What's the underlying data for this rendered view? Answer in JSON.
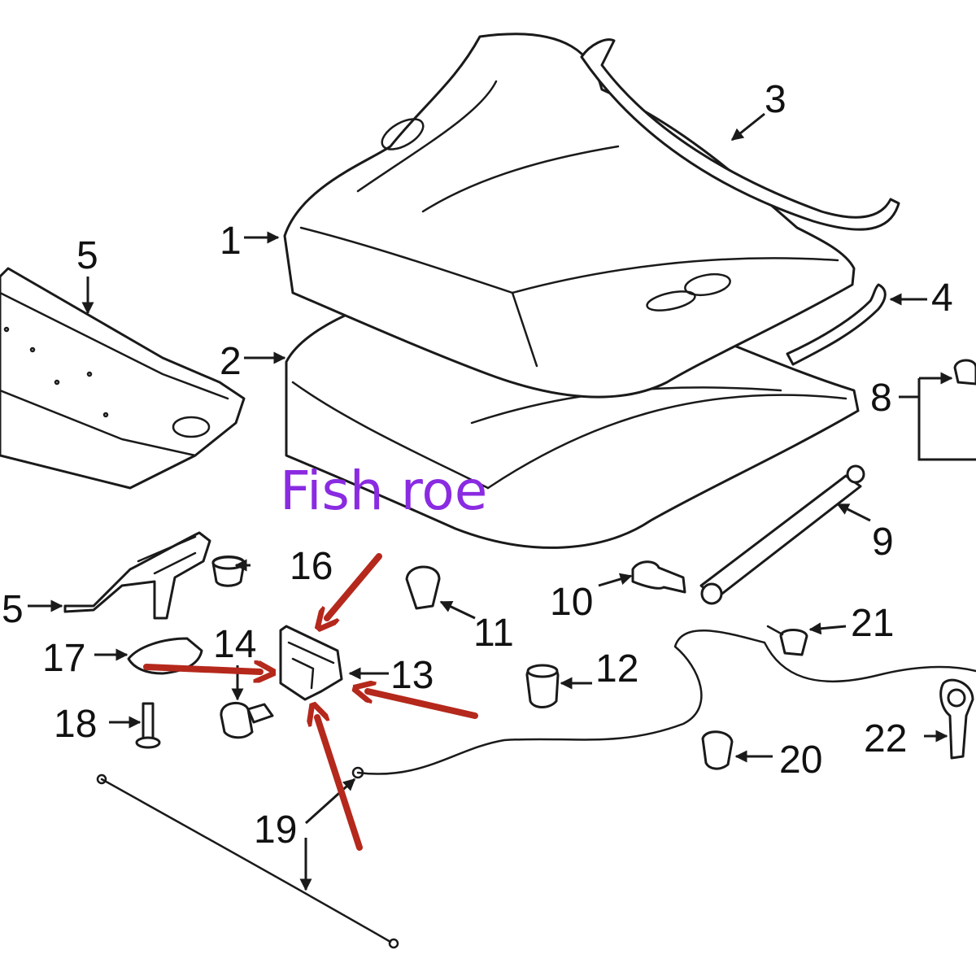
{
  "watermark": {
    "text": "Fish roe",
    "color": "#8a2be2"
  },
  "colors": {
    "line": "#1a1a1a",
    "highlight_arrow": "#b5281c",
    "background": "#ffffff"
  },
  "callouts": {
    "c1": "1",
    "c2": "2",
    "c3": "3",
    "c4": "4",
    "c5a": "5",
    "c5b": "5",
    "c8": "8",
    "c9": "9",
    "c10": "10",
    "c11": "11",
    "c12": "12",
    "c13": "13",
    "c14": "14",
    "c16": "16",
    "c17": "17",
    "c18": "18",
    "c19": "19",
    "c20": "20",
    "c21": "21",
    "c22": "22"
  },
  "highlight_arrows_target": "13"
}
